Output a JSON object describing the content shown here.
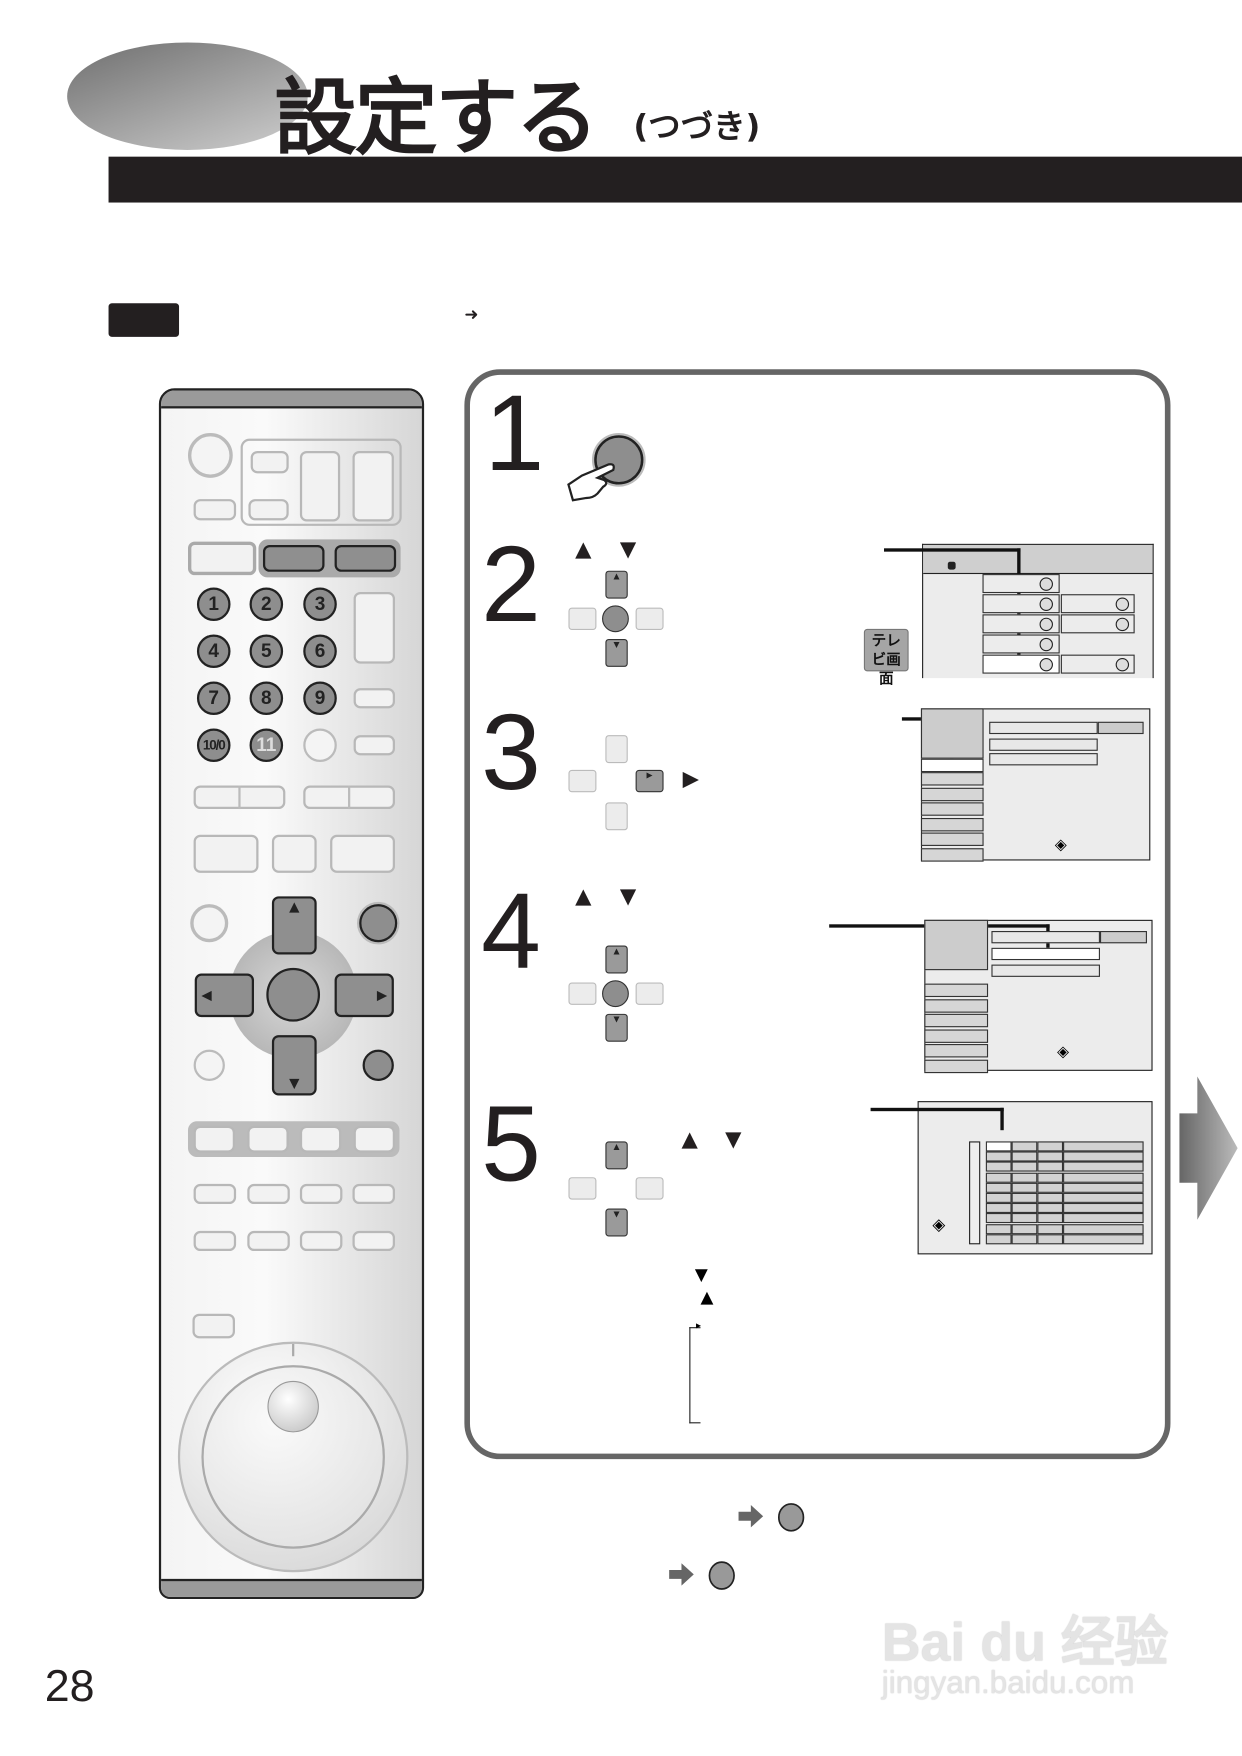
{
  "header": {
    "title": "設定する",
    "subtitle": "(つづき)"
  },
  "note_arrow": "➜",
  "remote": {
    "keypad": [
      "1",
      "2",
      "3",
      "4",
      "5",
      "6",
      "7",
      "8",
      "9",
      "10/0",
      "11"
    ],
    "nav_up": "▲",
    "nav_down": "▼",
    "nav_left": "◀",
    "nav_right": "▶"
  },
  "steps": [
    {
      "number": "1"
    },
    {
      "number": "2",
      "arrows": [
        "▲",
        "▼"
      ],
      "screen_label": "テレビ画面"
    },
    {
      "number": "3",
      "arrow": "▶"
    },
    {
      "number": "4",
      "arrows": [
        "▲",
        "▼"
      ]
    },
    {
      "number": "5",
      "arrows": [
        "▲",
        "▼"
      ],
      "sub_arrows": [
        "▼",
        "▲"
      ]
    }
  ],
  "page_number": "28",
  "watermark": {
    "logo": "Bai du 经验",
    "url": "jingyan.baidu.com"
  },
  "colors": {
    "ink": "#231f20",
    "panel_border": "#666666",
    "button_dark": "#8e8e8e",
    "screen_bg": "#ececec"
  }
}
